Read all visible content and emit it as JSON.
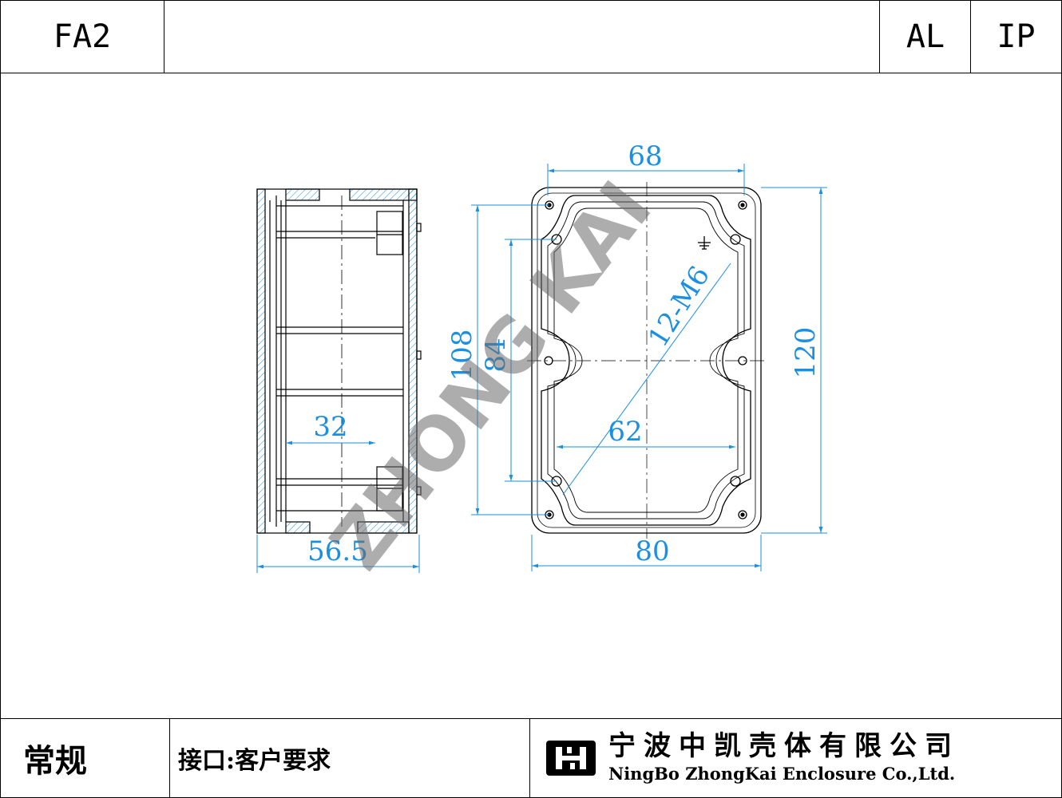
{
  "header": {
    "model": "FA2",
    "material": "AL",
    "rating": "IP"
  },
  "drawing": {
    "watermark": "ZHONG KAI",
    "side_view": {
      "dim_width": "56.5",
      "dim_inner": "32"
    },
    "top_view": {
      "dim_top": "68",
      "dim_inner_width": "62",
      "dim_bottom": "80",
      "dim_left_outer": "108",
      "dim_left_inner": "84",
      "dim_right": "120",
      "hole_label": "12-M6"
    }
  },
  "footer": {
    "category": "常规",
    "interface": "接口:客户要求",
    "company_cn": "宁波中凯壳体有限公司",
    "company_en": "NingBo ZhongKai Enclosure Co.,Ltd."
  },
  "colors": {
    "dimension": "#1b8fe0",
    "line": "#000000",
    "watermark": "#6b6b6b"
  }
}
